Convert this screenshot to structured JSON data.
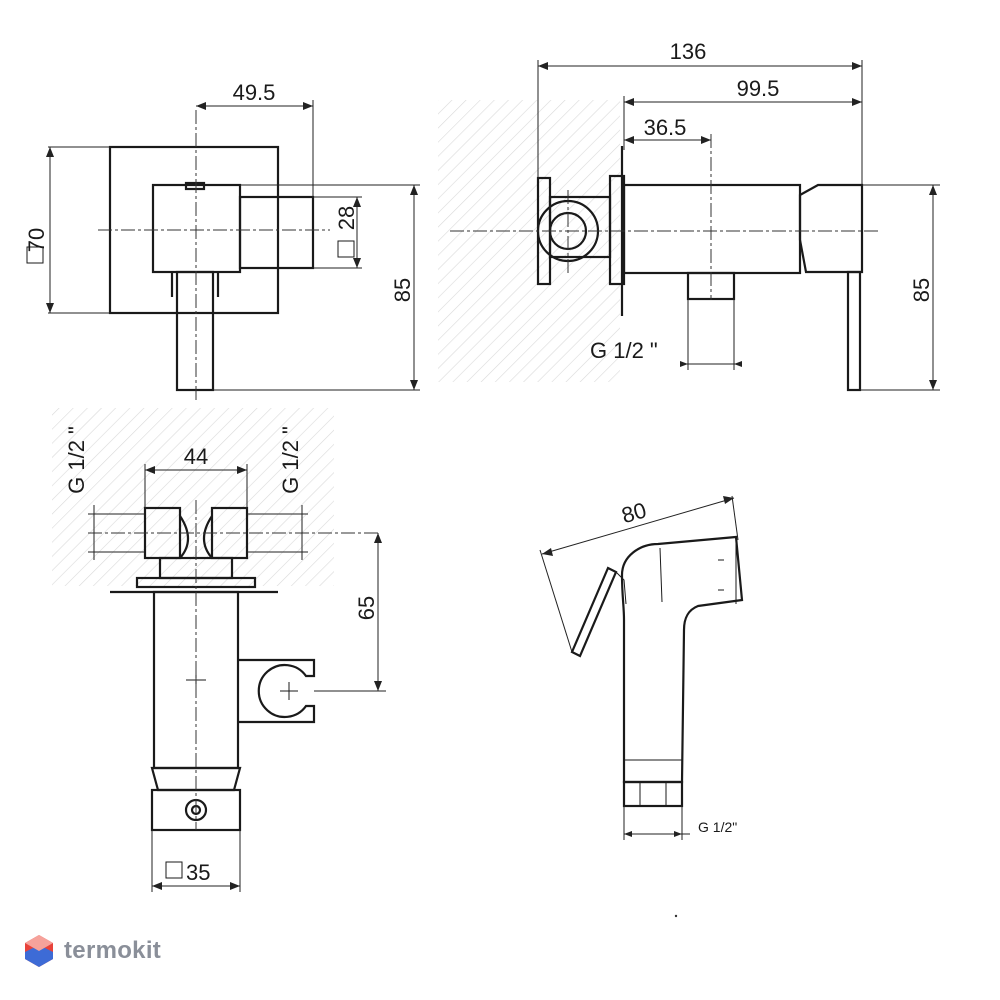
{
  "dimensions": {
    "top_left": {
      "width": "49.5",
      "square_side": "70",
      "square_outlet": "28",
      "height": "85"
    },
    "top_right": {
      "total_length": "136",
      "body_length": "99.5",
      "outlet_offset": "36.5",
      "thread": "G 1/2 \"",
      "height": "85"
    },
    "bottom_left": {
      "inlet_distance": "44",
      "thread_left": "G 1/2 \"",
      "thread_right": "G 1/2 \"",
      "depth": "65",
      "square_side": "35"
    },
    "bottom_right": {
      "handle_length": "80",
      "thread": "G 1/2\""
    }
  },
  "brand": {
    "name": "termokit"
  },
  "colors": {
    "line": "#1a1a1a",
    "hatch": "#d9d9d9",
    "brand_grey": "#8a8f99",
    "brand_red": "#e8423a",
    "brand_blue": "#3d6bd6"
  }
}
